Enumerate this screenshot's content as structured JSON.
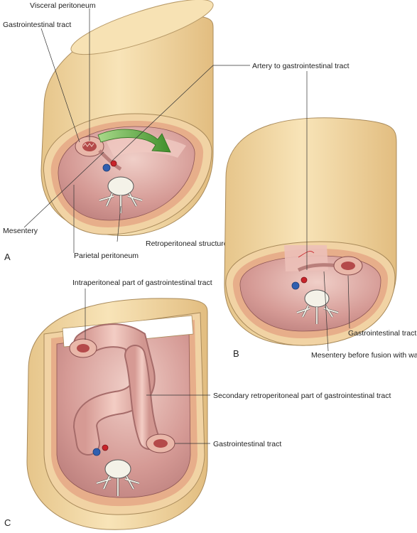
{
  "panels": [
    {
      "letter": "A",
      "labels": {
        "visceral_peritoneum": "Visceral peritoneum",
        "gastrointestinal_tract": "Gastrointestinal tract",
        "artery": "Artery to gastrointestinal tract",
        "mesentery": "Mesentery",
        "retroperitoneal_structures": "Retroperitoneal structures",
        "parietal_peritoneum": "Parietal peritoneum"
      }
    },
    {
      "letter": "B",
      "labels": {
        "gastrointestinal_tract": "Gastrointestinal tract",
        "mesentery_before_fusion": "Mesentery before fusion with wall"
      }
    },
    {
      "letter": "C",
      "labels": {
        "intraperitoneal_part": "Intraperitoneal part of gastrointestinal tract",
        "secondary_retroperitoneal_part": "Secondary retroperitoneal part of gastrointestinal tract",
        "gastrointestinal_tract": "Gastrointestinal tract"
      }
    }
  ],
  "colors": {
    "body_wall_outer": "#f5dfb0",
    "body_wall_edge": "#e8c98e",
    "muscle_layer": "#e9b38f",
    "peritoneal_cavity": "#c98a8a",
    "cavity_highlight": "#e7b9b6",
    "vertebra": "#f3f1e6",
    "artery": "#c8242a",
    "vein": "#2f5fb0",
    "arrow": "#5aa83a"
  }
}
